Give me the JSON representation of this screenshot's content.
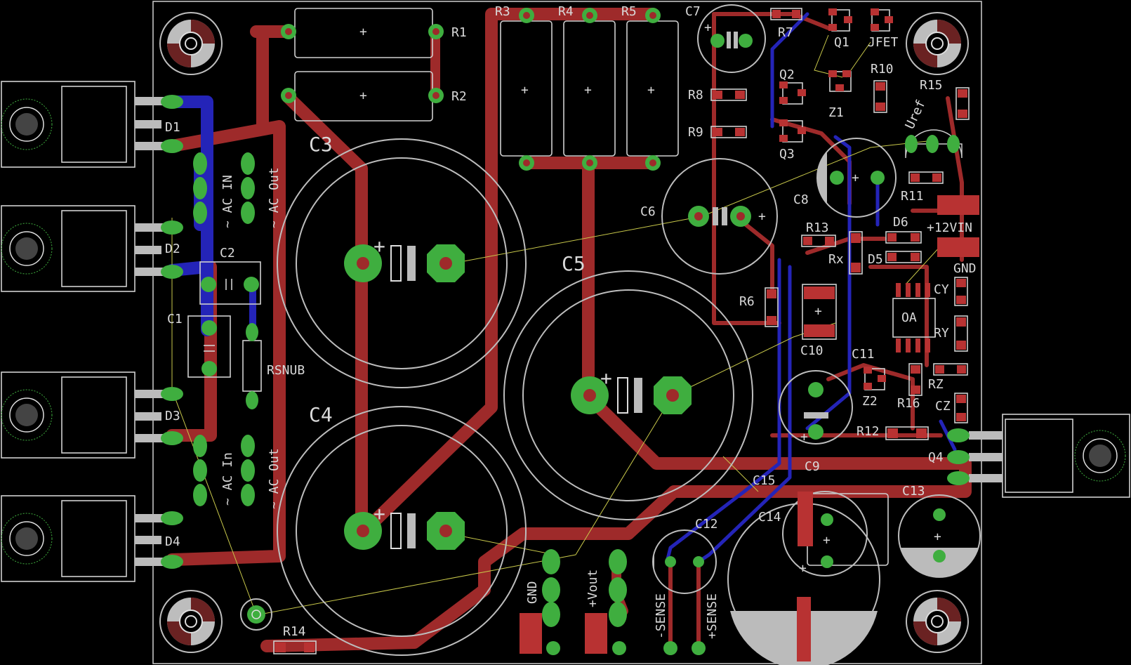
{
  "board": {
    "colors": {
      "background": "#000000",
      "top_copper": "#9e2a2a",
      "bottom_copper": "#2424b8",
      "pad": "#3fae3f",
      "silkscreen": "#cfcfcf",
      "airwire": "#c8c84a"
    }
  },
  "labels": {
    "D1": "D1",
    "D2": "D2",
    "D3": "D3",
    "D4": "D4",
    "C1": "C1",
    "C2": "C2",
    "C3": "C3",
    "C4": "C4",
    "C5": "C5",
    "C6": "C6",
    "C7": "C7",
    "C8": "C8",
    "C9": "C9",
    "C10": "C10",
    "C11": "C11",
    "C12": "C12",
    "C13": "C13",
    "C14": "C14",
    "C15": "C15",
    "R1": "R1",
    "R2": "R2",
    "R3": "R3",
    "R4": "R4",
    "R5": "R5",
    "R6": "R6",
    "R7": "R7",
    "R8": "R8",
    "R9": "R9",
    "R10": "R10",
    "R11": "R11",
    "R12": "R12",
    "R13": "R13",
    "R14": "R14",
    "R15": "R15",
    "R16": "R16",
    "Q1": "Q1",
    "Q2": "Q2",
    "Q3": "Q3",
    "Q4": "Q4",
    "Z1": "Z1",
    "Z2": "Z2",
    "D5": "D5",
    "D6": "D6",
    "JFET": "JFET",
    "Uref": "Uref",
    "Rx": "Rx",
    "OA": "OA",
    "CY": "CY",
    "RY": "RY",
    "RZ": "RZ",
    "CZ": "CZ",
    "RSNUB": "RSNUB",
    "AC_IN_1": "~ AC IN",
    "AC_OUT_1": "~ AC Out",
    "AC_IN_2": "~ AC In",
    "AC_OUT_2": "~ AC Out",
    "V12IN": "+12VIN",
    "GND_TOP": "GND",
    "GND_BOTTOM": "GND",
    "VOUT": "+Vout",
    "SENSE_NEG": "-SENSE",
    "SENSE_POS": "+SENSE"
  }
}
